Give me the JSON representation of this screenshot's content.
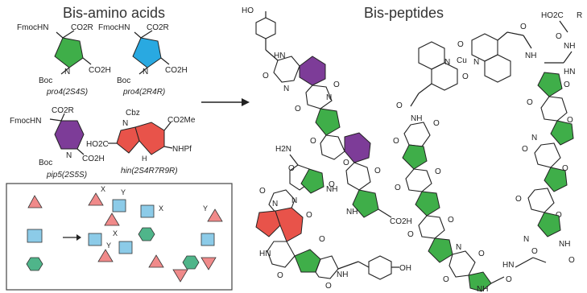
{
  "headings": {
    "left": "Bis-amino acids",
    "right": "Bis-peptides"
  },
  "colors": {
    "pro4_2S4S": "#3fae49",
    "pro4_2R4R": "#29a9e1",
    "pip5_2S5S": "#7d3c98",
    "hin": "#e8534a",
    "peptide_green": "#3fae49",
    "peptide_purple": "#7d3c98",
    "peptide_red": "#e8534a",
    "schematic_triangle": "#f08a8a",
    "schematic_square": "#8ccbe8",
    "schematic_hexagon": "#4fb58a"
  },
  "monomers": [
    {
      "name": "pro4(2S4S)",
      "top": "FmocHN",
      "top2": "CO2R",
      "bottom": "Boc",
      "acid": "CO2H",
      "n": "N"
    },
    {
      "name": "pro4(2R4R)",
      "top": "FmocHN",
      "top2": "CO2R",
      "bottom": "Boc",
      "acid": "CO2H",
      "n": "N"
    },
    {
      "name": "pip5(2S5S)",
      "top": "FmocHN",
      "top2": "CO2R",
      "bottom": "Boc",
      "acid": "CO2H",
      "n": "N"
    },
    {
      "name": "hin(2S4R7R9R)",
      "top": "Cbz",
      "top2": "CO2Me",
      "bottom": "NHPf",
      "acid": "HO2C",
      "n": "N"
    }
  ],
  "atoms": {
    "HO": "HO",
    "O": "O",
    "N": "N",
    "NH": "NH",
    "HN": "HN",
    "H2N": "H2N",
    "CO2H": "CO2H",
    "HO2C": "HO2C",
    "Cu": "Cu",
    "R": "R",
    "OH": "OH",
    "H": "H"
  },
  "schematic": {
    "x_label": "X",
    "y_label": "Y"
  }
}
